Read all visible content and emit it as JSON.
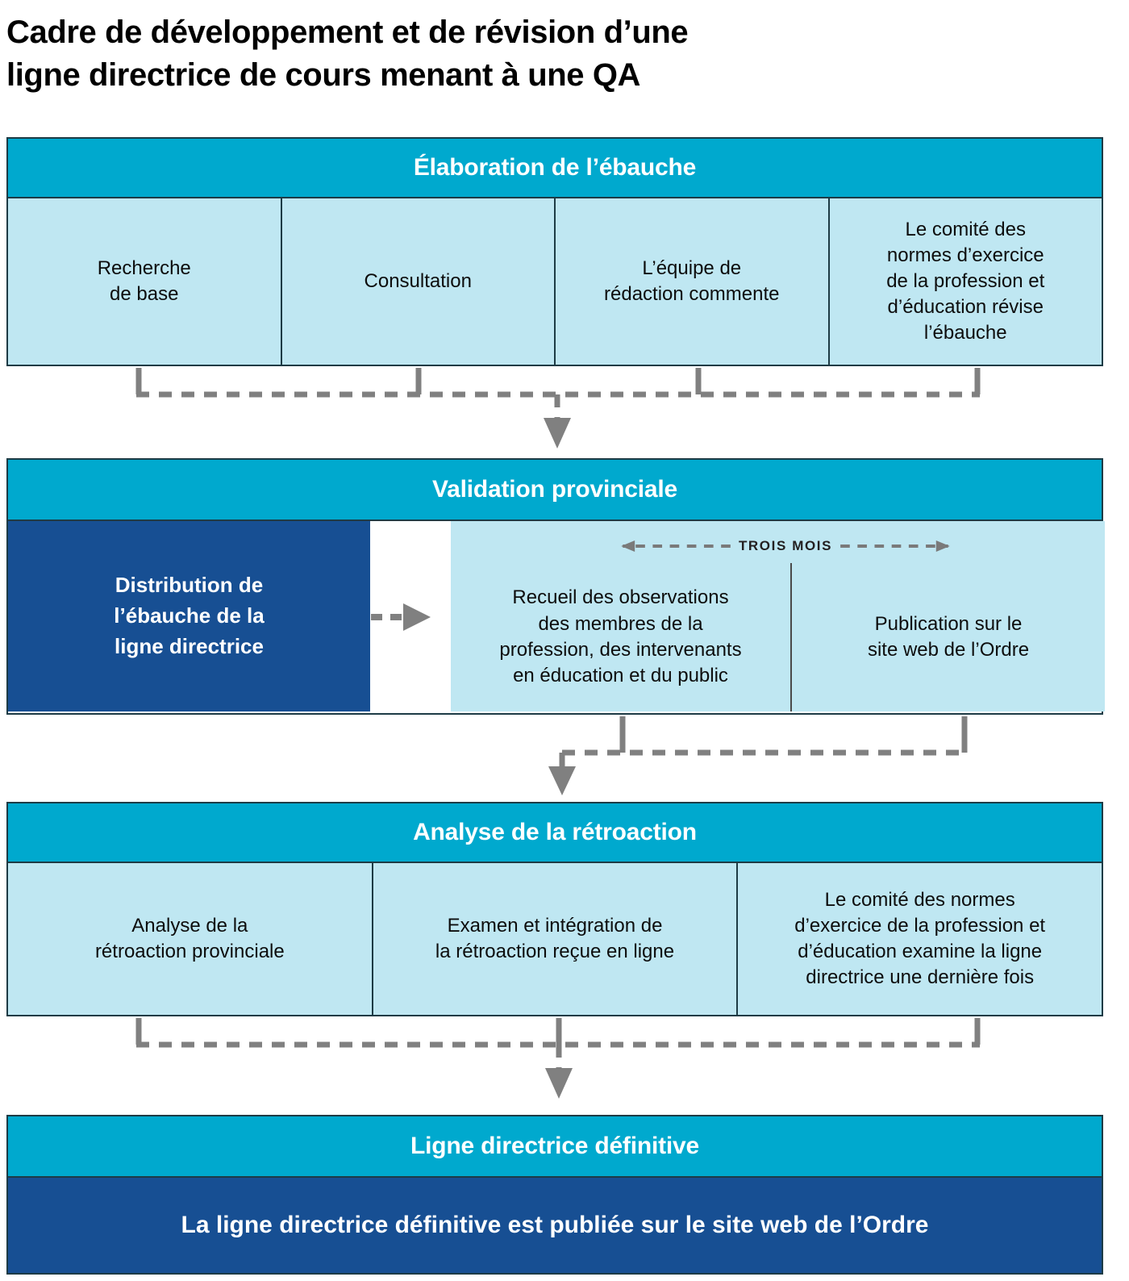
{
  "title": "Cadre de développement et de révision d’une\nligne directrice de cours menant à une QA",
  "colors": {
    "header_teal": "#00A9CE",
    "body_light_blue": "#BFE7F2",
    "accent_dark_blue": "#174F93",
    "connector_gray": "#808080",
    "border_dark": "#1D3B45",
    "text_dark": "#0D0D0D",
    "text_white": "#FFFFFF"
  },
  "sections": [
    {
      "id": "elaboration",
      "header": "Élaboration de l’ébauche",
      "cells": [
        "Recherche\nde base",
        "Consultation",
        "L’équipe de\nrédaction commente",
        "Le comité des\nnormes d’exercice\nde la profession et\nd’éducation révise\nl’ébauche"
      ]
    },
    {
      "id": "validation",
      "header": "Validation provinciale",
      "distribution": "Distribution de\nl’ébauche de la\nligne directrice",
      "duration_label": "TROIS MOIS",
      "cells": [
        "Recueil des observations\ndes membres de la\nprofession, des intervenants\nen éducation et du public",
        "Publication sur le\nsite web de l’Ordre"
      ]
    },
    {
      "id": "analyse",
      "header": "Analyse de la rétroaction",
      "cells": [
        "Analyse de la\nrétroaction provinciale",
        "Examen et intégration de\nla rétroaction reçue en ligne",
        "Le comité des normes\nd’exercice de la profession et\nd’éducation examine la ligne\ndirectrice une dernière fois"
      ]
    },
    {
      "id": "finale",
      "header": "Ligne directrice définitive",
      "final_statement": "La ligne directrice définitive est publiée sur le site web de l’Ordre"
    }
  ],
  "connectors": [
    {
      "name": "elaboration-to-validation",
      "style": "dashed-bracket-down-arrow"
    },
    {
      "name": "distribution-to-collection",
      "style": "dashed-right-arrow"
    },
    {
      "name": "validation-to-analyse",
      "style": "dashed-bracket-down-arrow"
    },
    {
      "name": "analyse-to-finale",
      "style": "dashed-bracket-down-arrow"
    }
  ]
}
